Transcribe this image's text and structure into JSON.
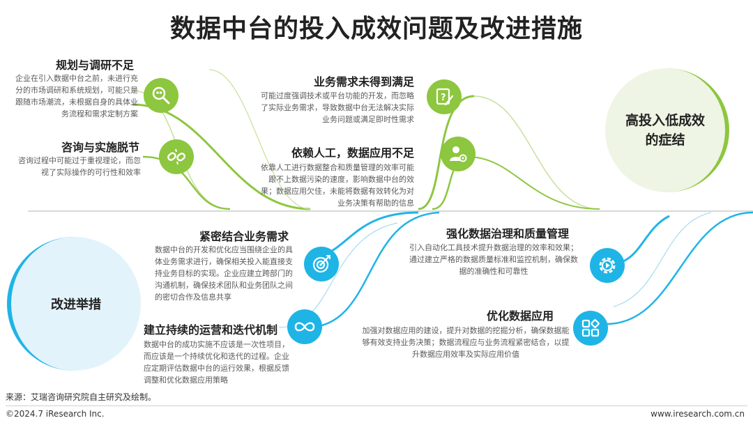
{
  "title": "数据中台的投入成效问题及改进措施",
  "problems_hub": {
    "label": "高投入低成效的症结"
  },
  "improvements_hub": {
    "label": "改进举措"
  },
  "problems": [
    {
      "title": "规划与调研不足",
      "text": "企业在引入数据中台之前，未进行充分的市场调研和系统规划，可能只是跟随市场潮流，未根据自身的具体业务流程和需求定制方案",
      "icon": "search-people-icon"
    },
    {
      "title": "咨询与实施脱节",
      "text": "咨询过程中可能过于重视理论，而忽视了实际操作的可行性和效率",
      "icon": "broken-link-icon"
    },
    {
      "title": "业务需求未得到满足",
      "text": "可能过度强调技术或平台功能的开发，而忽略了实际业务需求，导致数据中台无法解决实际业务问题或满足即时性需求",
      "icon": "question-edit-icon"
    },
    {
      "title": "依赖人工，数据应用不足",
      "text": "依靠人工进行数据整合和质量管理的效率可能跟不上数据污染的速度，影响数据中台的效果；数据应用欠佳，未能将数据有效转化为对业务决策有帮助的信息",
      "icon": "user-gear-icon"
    }
  ],
  "improvements": [
    {
      "title": "紧密结合业务需求",
      "text": "数据中台的开发和优化应当围绕企业的具体业务需求进行，确保相关投入能直接支持业务目标的实现。企业应建立跨部门的沟通机制，确保技术团队和业务团队之间的密切合作及信息共享",
      "icon": "target-icon"
    },
    {
      "title": "建立持续的运营和迭代机制",
      "text": "数据中台的成功实施不应该是一次性项目，而应该是一个持续优化和迭代的过程。企业应定期评估数据中台的运行效果，根据反馈调整和优化数据应用策略",
      "icon": "infinity-icon"
    },
    {
      "title": "强化数据治理和质量管理",
      "text": "引入自动化工具技术提升数据治理的效率和效果；通过建立严格的数据质量标准和监控机制，确保数据的准确性和可靠性",
      "icon": "gear-play-icon"
    },
    {
      "title": "优化数据应用",
      "text": "加强对数据应用的建设，提升对数据的挖掘分析，确保数据能够有效支持业务决策；数据流程应与业务流程紧密结合，以提升数据应用效率及实际应用价值",
      "icon": "apps-grid-icon"
    }
  ],
  "source": "来源：艾瑞咨询研究院自主研究及绘制。",
  "footer_left": "©2024.7 iResearch Inc.",
  "footer_right": "www.iresearch.com.cn",
  "colors": {
    "green": "#8dc63f",
    "light_green_bg": "#eef5e4",
    "blue": "#1fb4e6",
    "light_blue_bg": "#e3f3fb",
    "divider": "#cccccc"
  }
}
